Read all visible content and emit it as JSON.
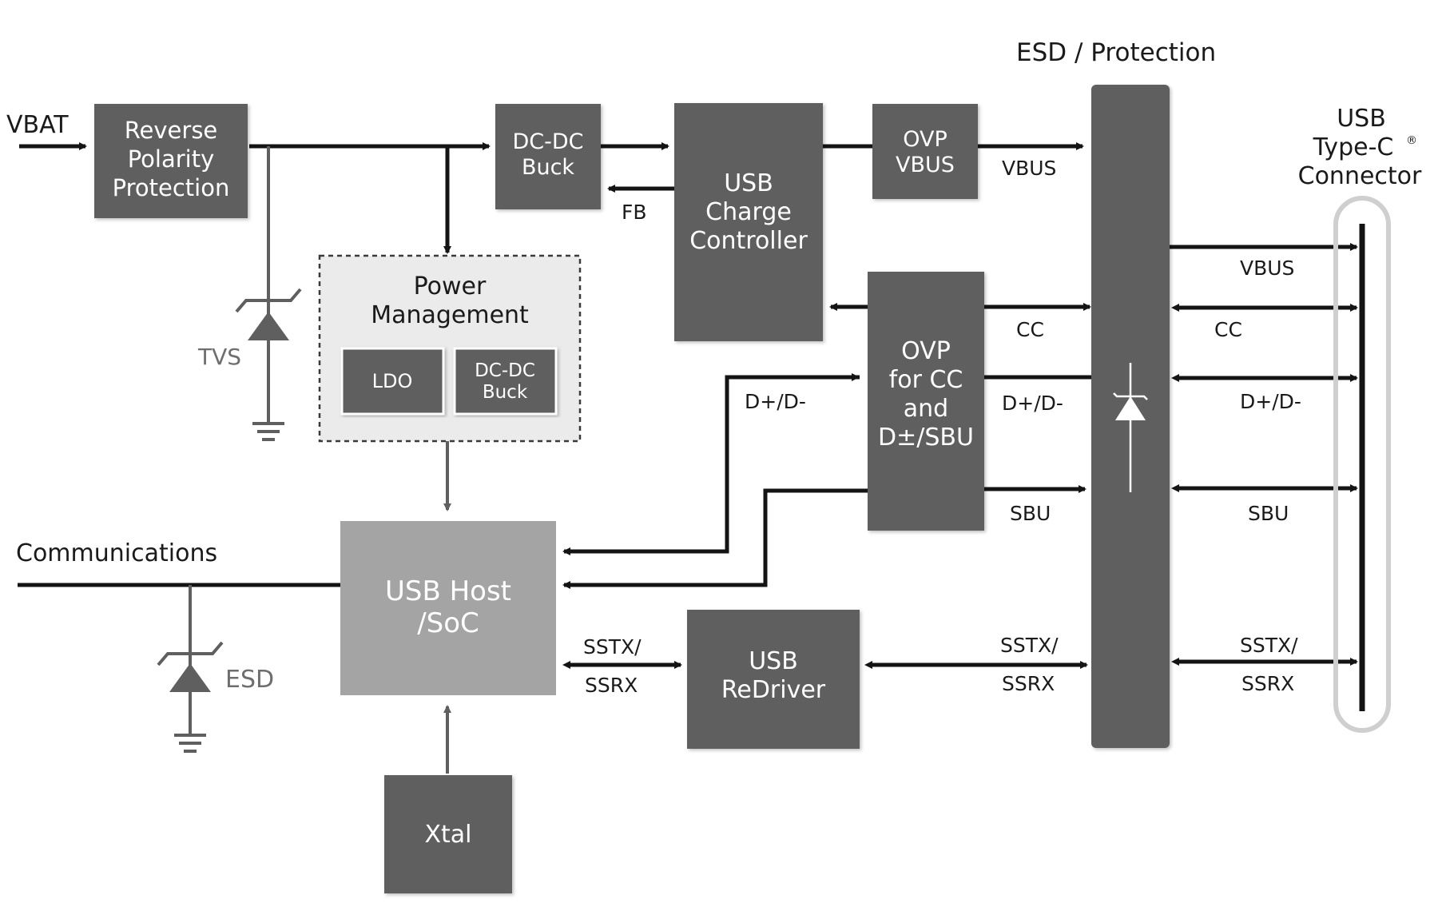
{
  "blocks": {
    "reverse_polarity": [
      "Reverse",
      "Polarity",
      "Protection"
    ],
    "dcdc_buck_top": [
      "DC-DC",
      "Buck"
    ],
    "usb_charge": [
      "USB",
      "Charge",
      "Controller"
    ],
    "ovp_vbus": [
      "OVP",
      "VBUS"
    ],
    "power_mgmt_title": [
      "Power",
      "Management"
    ],
    "ldo": "LDO",
    "dcdc_buck_pm": [
      "DC-DC",
      "Buck"
    ],
    "ovp_cc": [
      "OVP",
      "for CC",
      "and",
      "D±/SBU"
    ],
    "usb_host": [
      "USB Host",
      "/SoC"
    ],
    "usb_redriver": [
      "USB",
      "ReDriver"
    ],
    "xtal": "Xtal"
  },
  "labels": {
    "vbat": "VBAT",
    "tvs": "TVS",
    "fb": "FB",
    "vbus_top": "VBUS",
    "esd_protection": "ESD / Protection",
    "usb_typec_title": [
      "USB",
      "Type-C",
      "®",
      "Connector"
    ],
    "vbus_right": "VBUS",
    "cc_mid": "CC",
    "cc_right": "CC",
    "dpdm_left": "D+/D-",
    "dpdm_mid": "D+/D-",
    "dpdm_right": "D+/D-",
    "sbu_mid": "SBU",
    "sbu_right": "SBU",
    "communications": "Communications",
    "esd": "ESD",
    "sstx_left": "SSTX/",
    "ssrx_left": "SSRX",
    "sstx_mid": "SSTX/",
    "ssrx_mid": "SSRX",
    "sstx_right": "SSTX/",
    "ssrx_right": "SSRX"
  },
  "colors": {
    "block_dark": "#5f5f5f",
    "block_light": "#a4a4a4",
    "wire": "#141414",
    "connector_outline": "#cfcfcf"
  }
}
